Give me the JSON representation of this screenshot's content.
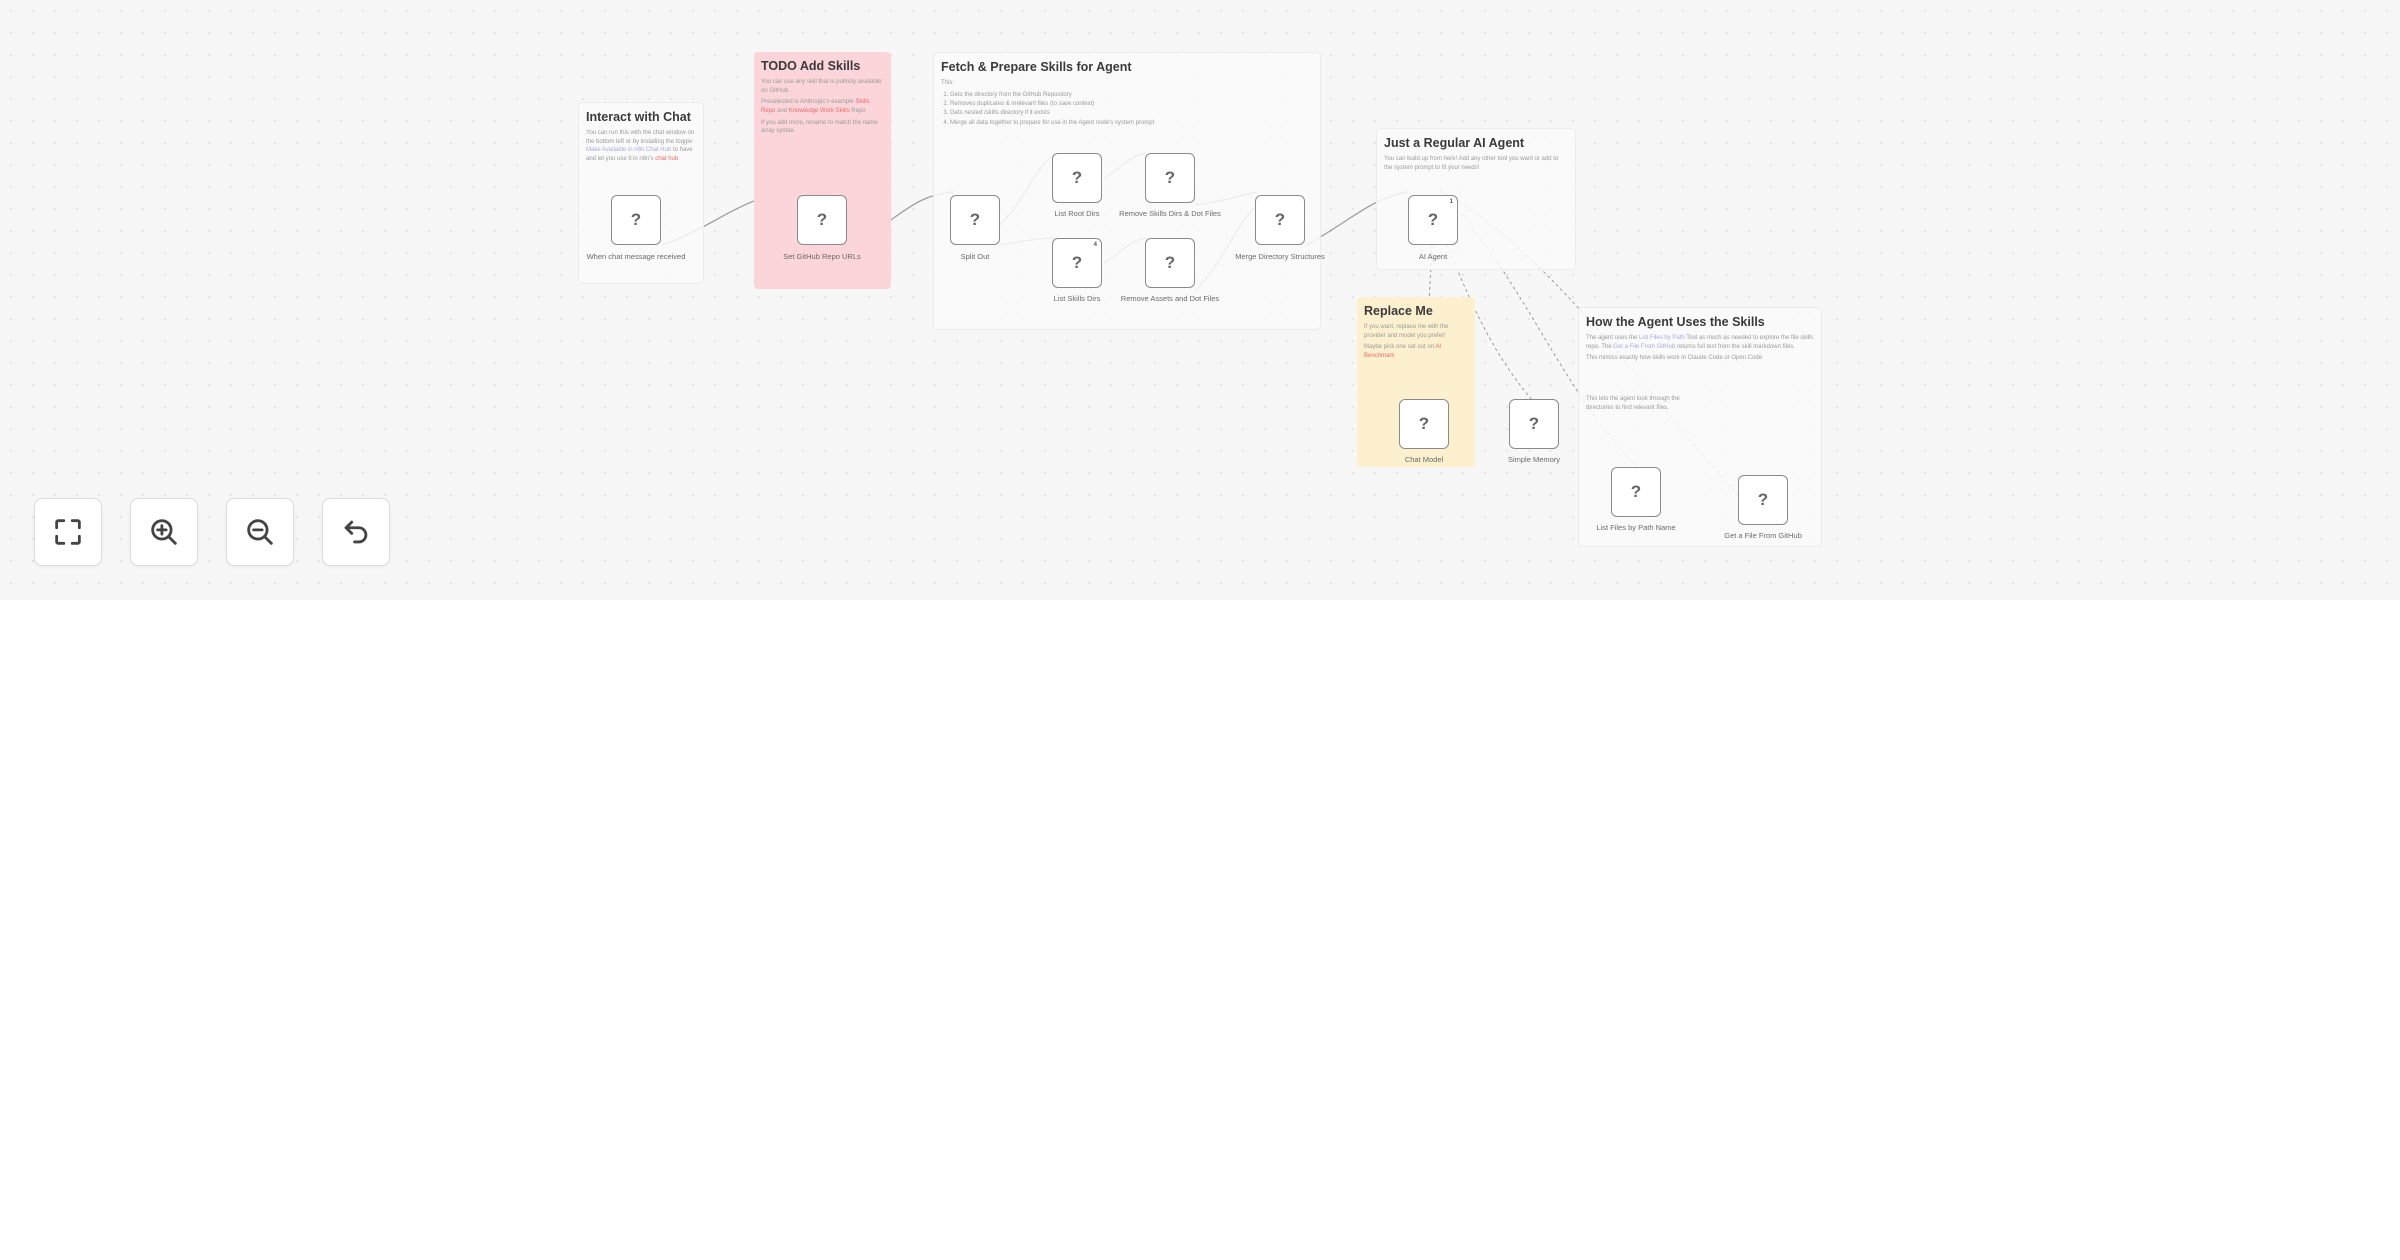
{
  "canvas": {
    "stickies": {
      "interact": {
        "title": "Interact with Chat",
        "p1_a": "You can run this with the chat window on the bottom left or by installing the toggle ",
        "p1_link": "Make Available in n8n Chat Hub",
        "p1_b": " to have and let you use it in n8n's ",
        "p1_warn": "chat hub"
      },
      "todo": {
        "title": "TODO Add Skills",
        "p1": "You can use any skill that is publicly available on GitHub.",
        "p2_a": "Preselected is Anthropic's example ",
        "p2_link1": "Skills Repo",
        "p2_b": " and ",
        "p2_link2": "Knowledge Work Skills",
        "p2_c": " Repo",
        "p3": "If you add more, rename to match the name array syntax."
      },
      "fetch": {
        "title": "Fetch & Prepare Skills for Agent",
        "intro": "This:",
        "steps": [
          "Gets the directory from the GitHub Repository",
          "Removes duplicates & irrelevant files (to save context)",
          "Gets nested /skills directory if it exists",
          "Merge all data together to prepare for use in the Agent node's system prompt"
        ]
      },
      "regular": {
        "title": "Just a Regular AI Agent",
        "p1": "You can build up from here! Add any other tool you want or add to the system prompt to fit your needs!"
      },
      "replace": {
        "title": "Replace Me",
        "p1": "If you want, replace me with the provider and model you prefer!",
        "p2_a": "Maybe pick one set out on ",
        "p2_warn": "AI Benchmark"
      },
      "how": {
        "title": "How the Agent Uses the Skills",
        "p1_a": "The agent uses the ",
        "p1_link1": "List Files by Path",
        "p1_b": " Tool as much as needed to explore the file skills repo. The ",
        "p1_link2": "Get a File From GitHub",
        "p1_c": " returns full text from the skill markdown files.",
        "p2": "This mimics exactly how skills work in Claude Code or Open Code",
        "p3": "This lets the agent look through the directories to find relevant files."
      }
    },
    "nodes": [
      {
        "id": "trigger",
        "icon": "?",
        "label": "When chat message received"
      },
      {
        "id": "repos",
        "icon": "?",
        "label": "Set GitHub Repo URLs"
      },
      {
        "id": "split",
        "icon": "?",
        "label": "Split Out"
      },
      {
        "id": "listroot",
        "icon": "?",
        "label": "List Root Dirs"
      },
      {
        "id": "listskills",
        "icon": "?",
        "label": "List Skills Dirs",
        "badge": "4"
      },
      {
        "id": "removeskills",
        "icon": "?",
        "label": "Remove Skills Dirs & Dot Files"
      },
      {
        "id": "removeassets",
        "icon": "?",
        "label": "Remove Assets and Dot Files"
      },
      {
        "id": "merge",
        "icon": "?",
        "label": "Merge Directory Structures"
      },
      {
        "id": "agent",
        "icon": "?",
        "label": "AI Agent",
        "badge": "1"
      },
      {
        "id": "model",
        "icon": "?",
        "label": "Chat Model"
      },
      {
        "id": "memory",
        "icon": "?",
        "label": "Simple Memory"
      },
      {
        "id": "listfiles",
        "icon": "?",
        "label": "List Files by Path Name"
      },
      {
        "id": "getfile",
        "icon": "?",
        "label": "Get a File From GitHub"
      }
    ]
  },
  "controls": {
    "fit": {
      "icon": "fit-view-icon"
    },
    "zoom_in": {
      "icon": "zoom-in-icon"
    },
    "zoom_out": {
      "icon": "zoom-out-icon"
    },
    "reset": {
      "icon": "undo-icon"
    }
  }
}
